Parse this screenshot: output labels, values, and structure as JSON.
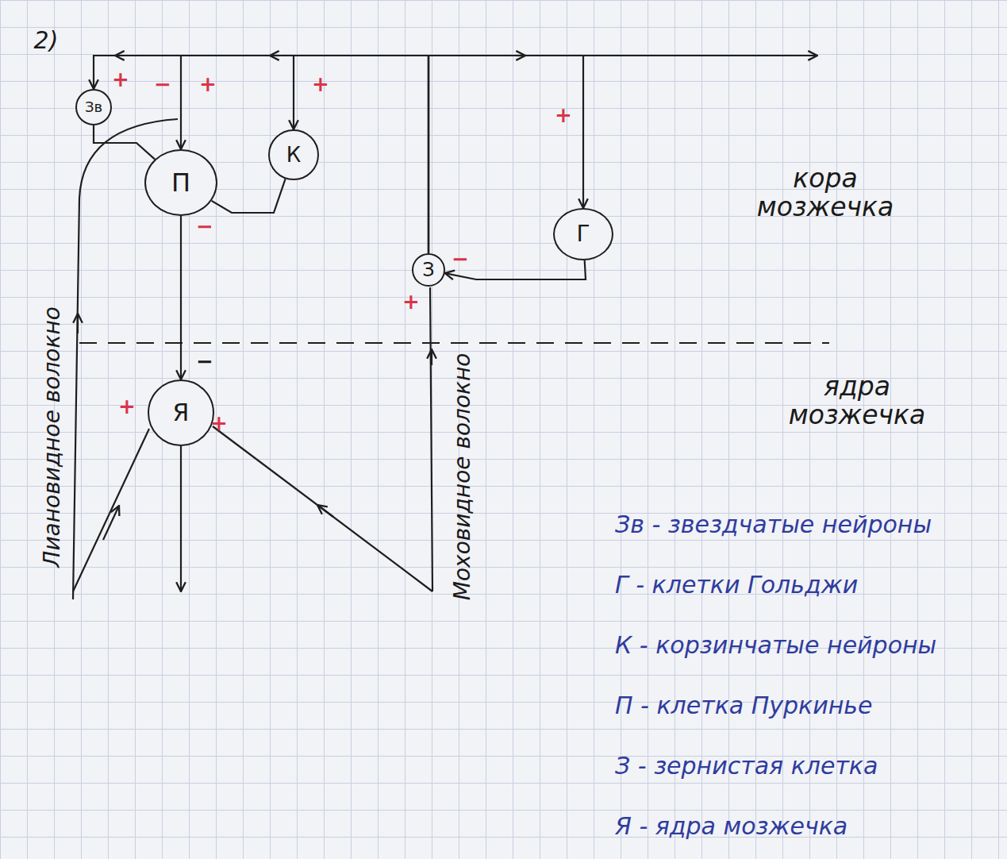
{
  "diagram": {
    "nodes": [
      {
        "text": [
          "Зв"
        ]
      },
      {
        "text": [
          "П"
        ]
      },
      {
        "text": [
          "К"
        ]
      },
      {
        "text": [
          "Г"
        ]
      },
      {
        "text": [
          "З"
        ]
      },
      {
        "text": [
          "Я"
        ]
      }
    ],
    "edges": [
      {
        "from": 0,
        "to": 1,
        "arrow": "none"
      },
      {
        "from": 2,
        "to": 1,
        "arrow": "none"
      },
      {
        "from": 1,
        "to": 5,
        "arrow": "to"
      },
      {
        "from": 3,
        "to": 4,
        "arrow": "to"
      },
      {
        "from": 4,
        "to": 0,
        "arrow": "to"
      },
      {
        "from": 4,
        "to": 1,
        "arrow": "to"
      },
      {
        "from": 4,
        "to": 2,
        "arrow": "to"
      },
      {
        "from": 4,
        "to": 3,
        "arrow": "to"
      }
    ],
    "labels": [
      "2)",
      "+",
      "−",
      "+",
      "+",
      "+",
      "−",
      "−",
      "+",
      "−",
      "+",
      "+",
      "кора мозжечка",
      "ядра мозжечка",
      "Лиановидное волокно",
      "Моховидное волокно"
    ],
    "legend": [
      {
        "text": "Зв - звездчатые нейроны"
      },
      {
        "text": "Г - клетки Гольджи"
      },
      {
        "text": "К - корзинчатые нейроны"
      },
      {
        "text": "П - клетка Пуркинье"
      },
      {
        "text": "З - зернистая клетка"
      },
      {
        "text": "Я - ядра мозжечка"
      }
    ]
  }
}
